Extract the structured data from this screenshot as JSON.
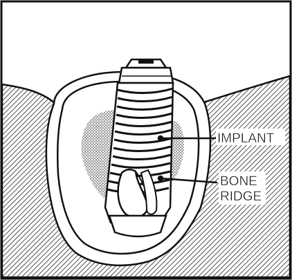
{
  "labels": {
    "implant": "IMPLANT",
    "bone_line1": "BONE",
    "bone_line2": "RIDGE"
  },
  "colors": {
    "ink": "#111111",
    "paper": "#ffffff",
    "bone_stipple": "#8a8a8a",
    "gum_hatch": "#222222"
  }
}
